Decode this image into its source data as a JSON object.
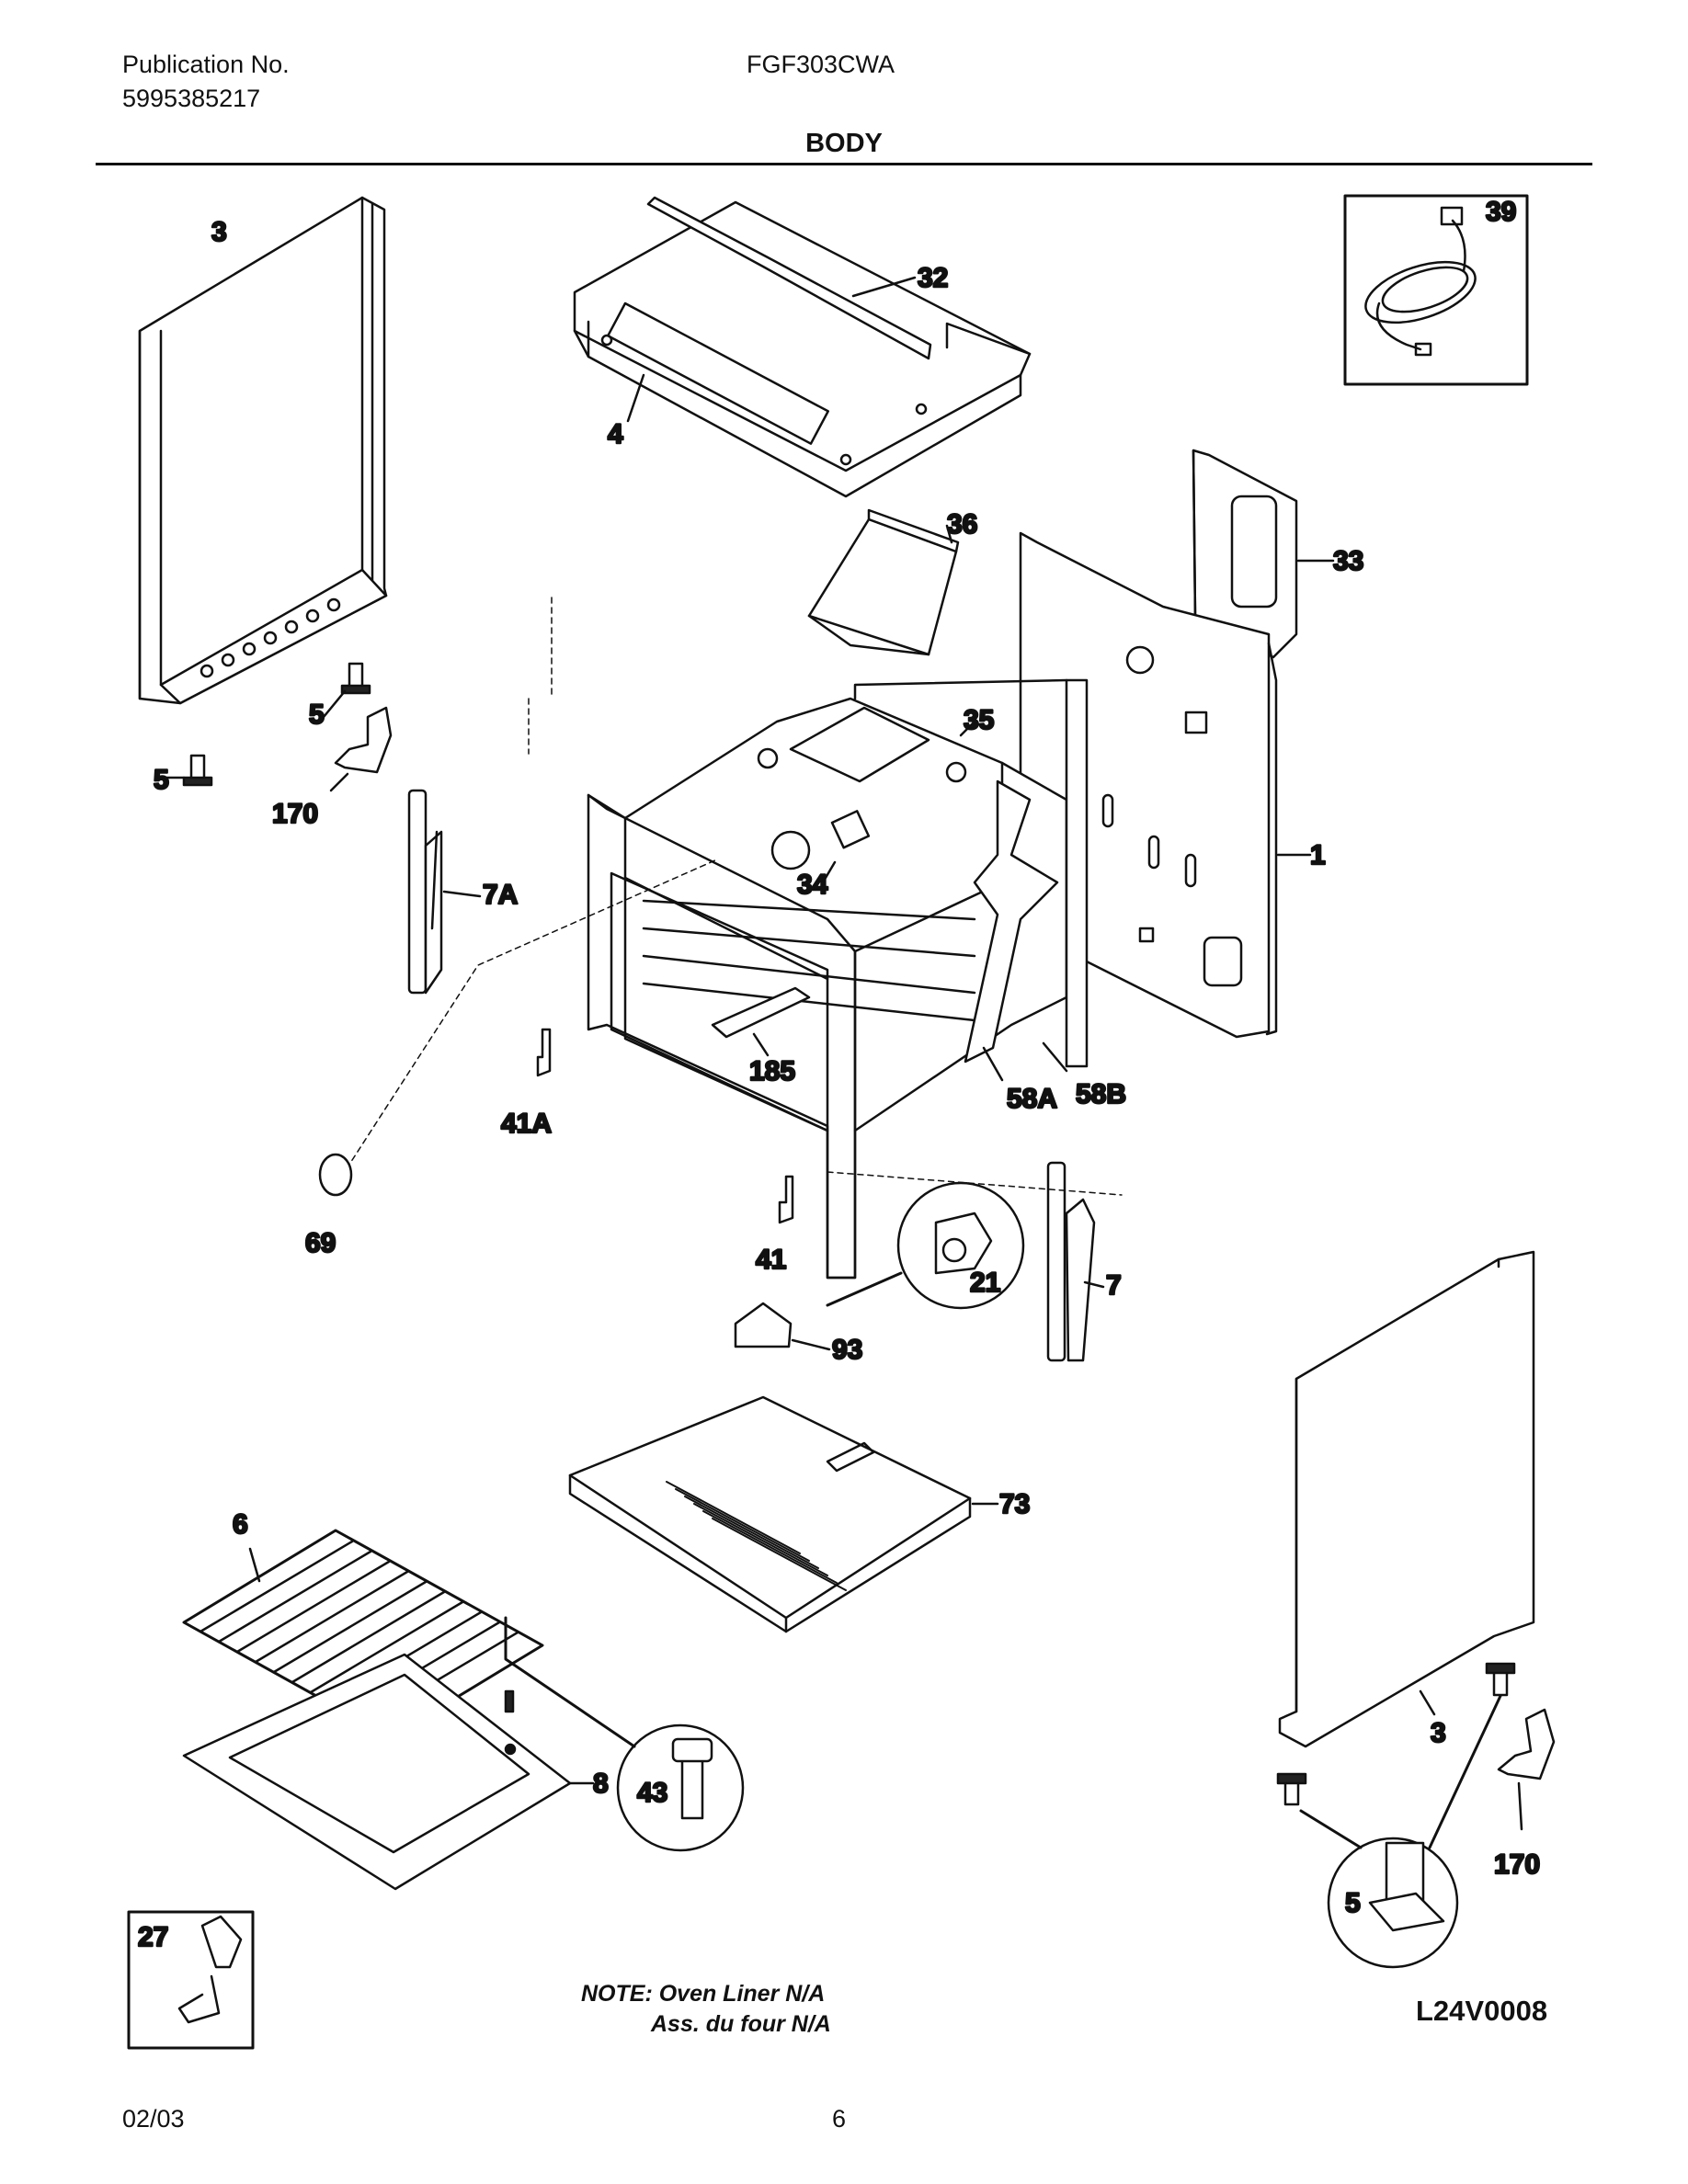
{
  "header": {
    "publication_label": "Publication No.",
    "publication_number": "5995385217",
    "model": "FGF303CWA"
  },
  "title": "BODY",
  "callouts": [
    {
      "id": "c3a",
      "label": "3"
    },
    {
      "id": "c32",
      "label": "32"
    },
    {
      "id": "c4",
      "label": "4"
    },
    {
      "id": "c39",
      "label": "39"
    },
    {
      "id": "c36",
      "label": "36"
    },
    {
      "id": "c33",
      "label": "33"
    },
    {
      "id": "c5a",
      "label": "5"
    },
    {
      "id": "c5b",
      "label": "5"
    },
    {
      "id": "c170a",
      "label": "170"
    },
    {
      "id": "c35",
      "label": "35"
    },
    {
      "id": "c34",
      "label": "34"
    },
    {
      "id": "c1",
      "label": "1"
    },
    {
      "id": "c7a",
      "label": "7A"
    },
    {
      "id": "c185",
      "label": "185"
    },
    {
      "id": "c41a",
      "label": "41A"
    },
    {
      "id": "c58a",
      "label": "58A"
    },
    {
      "id": "c58b",
      "label": "58B"
    },
    {
      "id": "c69",
      "label": "69"
    },
    {
      "id": "c41",
      "label": "41"
    },
    {
      "id": "c21",
      "label": "21"
    },
    {
      "id": "c7",
      "label": "7"
    },
    {
      "id": "c93",
      "label": "93"
    },
    {
      "id": "c73",
      "label": "73"
    },
    {
      "id": "c6",
      "label": "6"
    },
    {
      "id": "c3b",
      "label": "3"
    },
    {
      "id": "c170b",
      "label": "170"
    },
    {
      "id": "c8",
      "label": "8"
    },
    {
      "id": "c43",
      "label": "43"
    },
    {
      "id": "c5c",
      "label": "5"
    },
    {
      "id": "c27",
      "label": "27"
    }
  ],
  "note": {
    "line1": "NOTE: Oven Liner N/A",
    "line2": "Ass. du four N/A"
  },
  "diagram_code": "L24V0008",
  "footer": {
    "date": "02/03",
    "page": "6"
  }
}
